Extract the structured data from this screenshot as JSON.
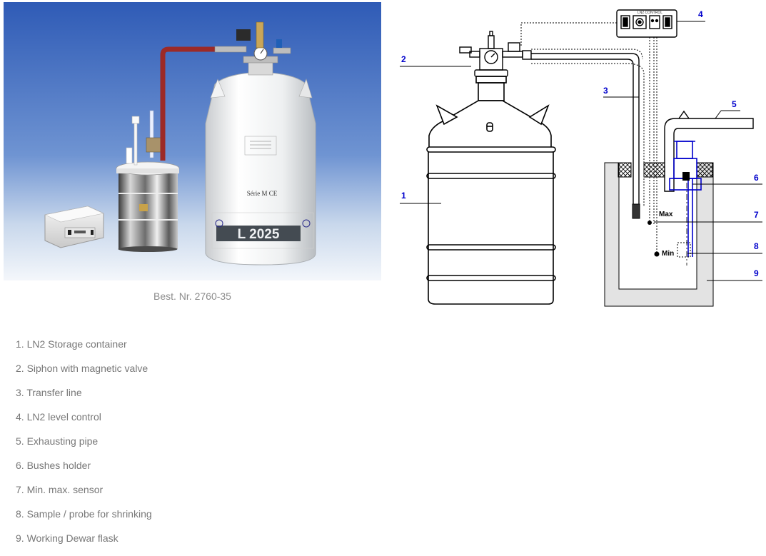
{
  "photo": {
    "container_label": "Série M CE",
    "container_model": "L 2025"
  },
  "caption": "Best. Nr. 2760-35",
  "diagram": {
    "callouts": [
      "1",
      "2",
      "3",
      "4",
      "5",
      "6",
      "7",
      "8",
      "9"
    ],
    "sensor_max_label": "Max",
    "sensor_min_label": "Min"
  },
  "legend": [
    "1. LN2 Storage container",
    "2. Siphon with magnetic valve",
    "3. Transfer line",
    "4. LN2 level control",
    "5. Exhausting pipe",
    "6. Bushes holder",
    "7. Min. max. sensor",
    "8. Sample / probe for shrinking",
    "9. Working Dewar flask"
  ],
  "colors": {
    "callout_blue": "#0000cc",
    "caption_gray": "#8c8c8c",
    "legend_gray": "#777777"
  }
}
